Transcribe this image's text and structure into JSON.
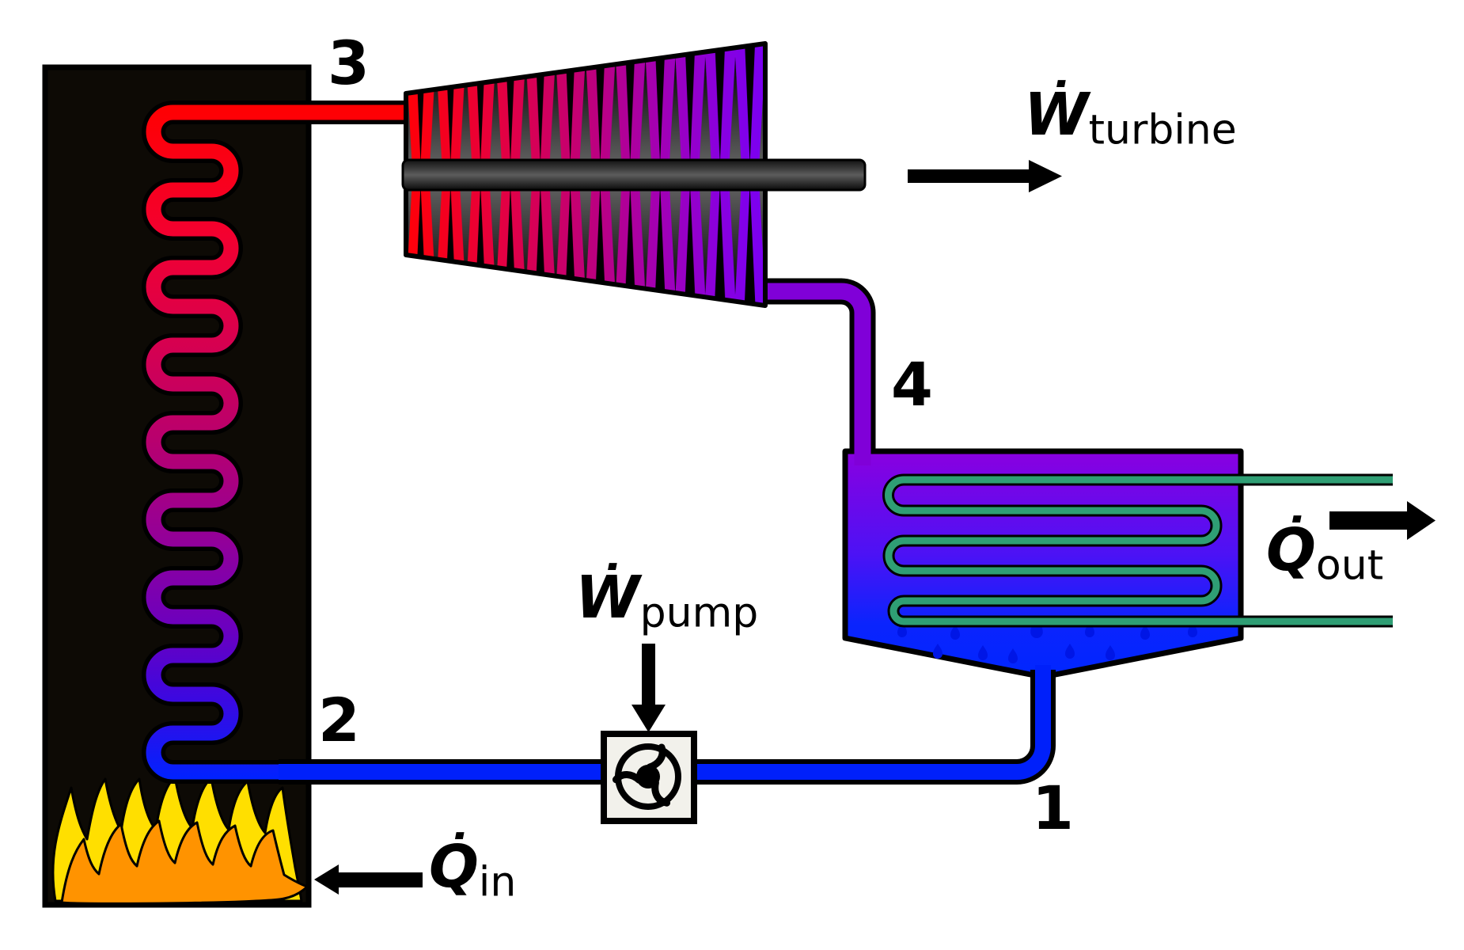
{
  "diagram": {
    "type": "rankine-cycle",
    "state_points": {
      "1": "1",
      "2": "2",
      "3": "3",
      "4": "4"
    },
    "annotations": {
      "turbine_work": {
        "symbol": "Ẇ",
        "subscript": "turbine"
      },
      "pump_work": {
        "symbol": "Ẇ",
        "subscript": "pump"
      },
      "heat_in": {
        "symbol": "Q̇",
        "subscript": "in"
      },
      "heat_out": {
        "symbol": "Q̇",
        "subscript": "out"
      }
    },
    "components": {
      "furnace": "furnace-boiler",
      "turbine": "turbine",
      "condenser": "condenser",
      "pump": "pump"
    },
    "colors": {
      "hot": "#ff0000",
      "cold": "#0020fa",
      "vapor_purple": "#8000d8",
      "coolant_green": "#2f9e74",
      "flame_yellow": "#ffdf00",
      "flame_orange": "#ff9300",
      "furnace_black": "#0d0a05"
    }
  }
}
